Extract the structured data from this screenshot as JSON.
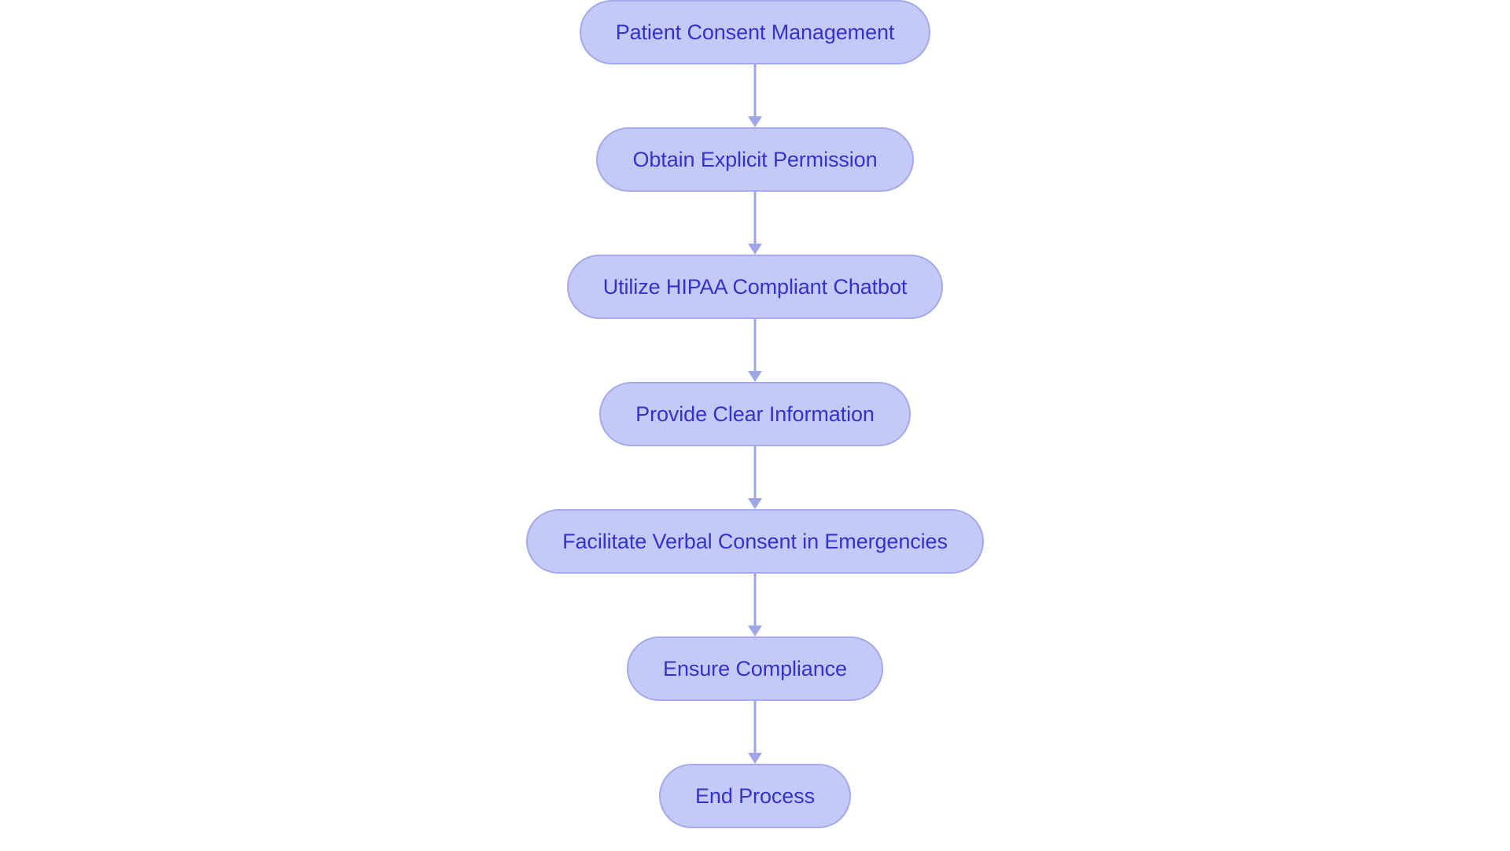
{
  "diagram": {
    "type": "flowchart",
    "orientation": "top-to-bottom",
    "background_color": "#ffffff",
    "node_fill_color": "#c5c9f7",
    "node_border_color": "#a3a9ea",
    "node_text_color": "#3333cc",
    "connector_color": "#9fa6e8",
    "node_shape": "stadium",
    "nodes": [
      {
        "id": "n1",
        "label": "Patient Consent Management"
      },
      {
        "id": "n2",
        "label": "Obtain Explicit Permission"
      },
      {
        "id": "n3",
        "label": "Utilize HIPAA Compliant Chatbot"
      },
      {
        "id": "n4",
        "label": "Provide Clear Information"
      },
      {
        "id": "n5",
        "label": "Facilitate Verbal Consent in Emergencies"
      },
      {
        "id": "n6",
        "label": "Ensure Compliance"
      },
      {
        "id": "n7",
        "label": "End Process"
      }
    ],
    "edges": [
      {
        "from": "n1",
        "to": "n2",
        "label": ""
      },
      {
        "from": "n2",
        "to": "n3",
        "label": ""
      },
      {
        "from": "n3",
        "to": "n4",
        "label": ""
      },
      {
        "from": "n4",
        "to": "n5",
        "label": ""
      },
      {
        "from": "n5",
        "to": "n6",
        "label": ""
      },
      {
        "from": "n6",
        "to": "n7",
        "label": ""
      }
    ]
  }
}
